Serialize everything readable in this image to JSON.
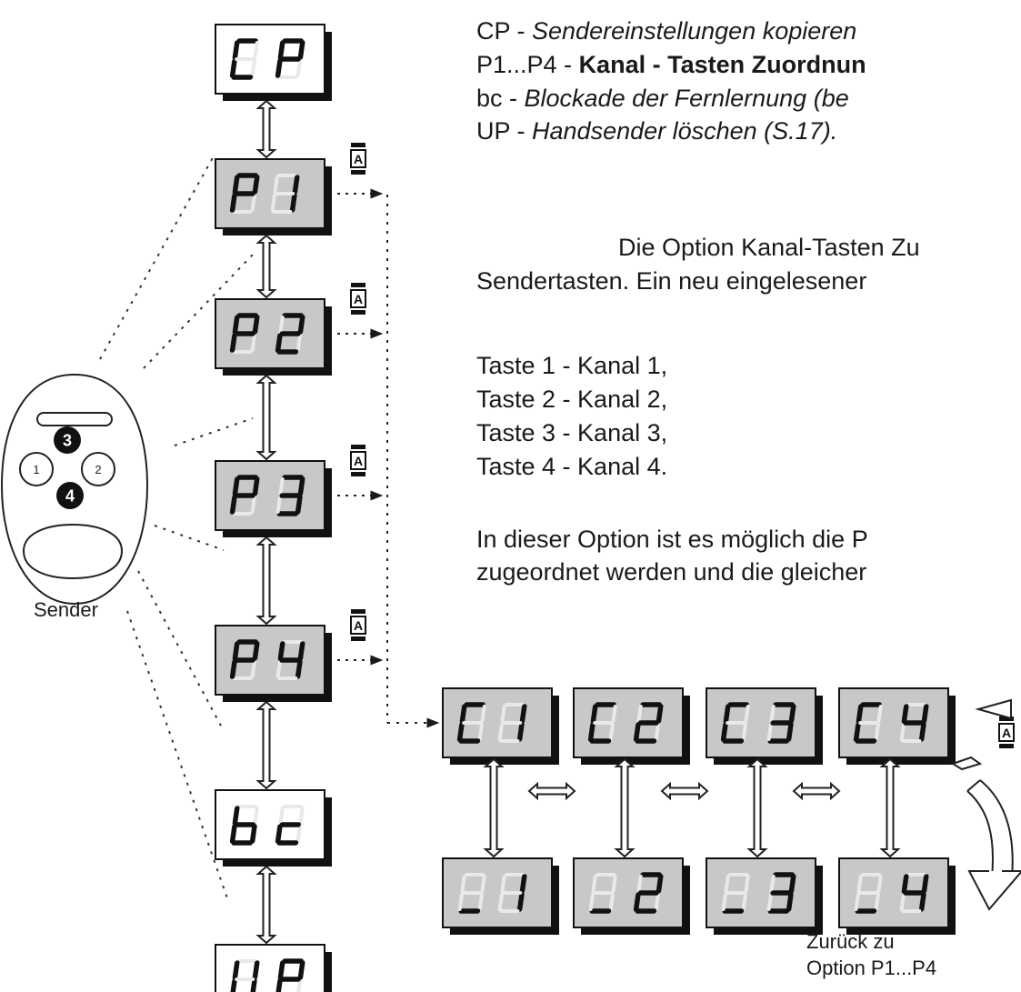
{
  "menu_lines": [
    {
      "code": "CP - ",
      "desc": "Sendereinstellungen kopieren"
    },
    {
      "code": "P1...P4 - ",
      "desc": "Kanal - Tasten Zuordnun"
    },
    {
      "code": "bc - ",
      "desc": "Blockade der Fernlernung (be"
    },
    {
      "code": "UP - ",
      "desc": "Handsender löschen (S.17)."
    }
  ],
  "paragraph1": [
    "Die Option Kanal-Tasten Zu",
    "Sendertasten. Ein neu eingelesener"
  ],
  "key_list": [
    "Taste 1 - Kanal 1,",
    "Taste 2 - Kanal 2,",
    "Taste 3 - Kanal 3,",
    "Taste 4 - Kanal 4."
  ],
  "paragraph2": [
    "In dieser Option ist es möglich die P",
    "zugeordnet werden und die gleicher"
  ],
  "remote": {
    "label": "Sender",
    "buttons": [
      "1",
      "2",
      "3",
      "4"
    ]
  },
  "displays": {
    "main_column": [
      "CP",
      "P1",
      "P2",
      "P3",
      "P4",
      "bc",
      "UP"
    ],
    "channel_row": [
      "C1",
      "C2",
      "C3",
      "C4"
    ],
    "key_row": [
      "_1",
      "_2",
      "_3",
      "_4"
    ]
  },
  "button_label": "A",
  "return_caption": [
    "Zurück zu",
    "Option P1...P4"
  ]
}
